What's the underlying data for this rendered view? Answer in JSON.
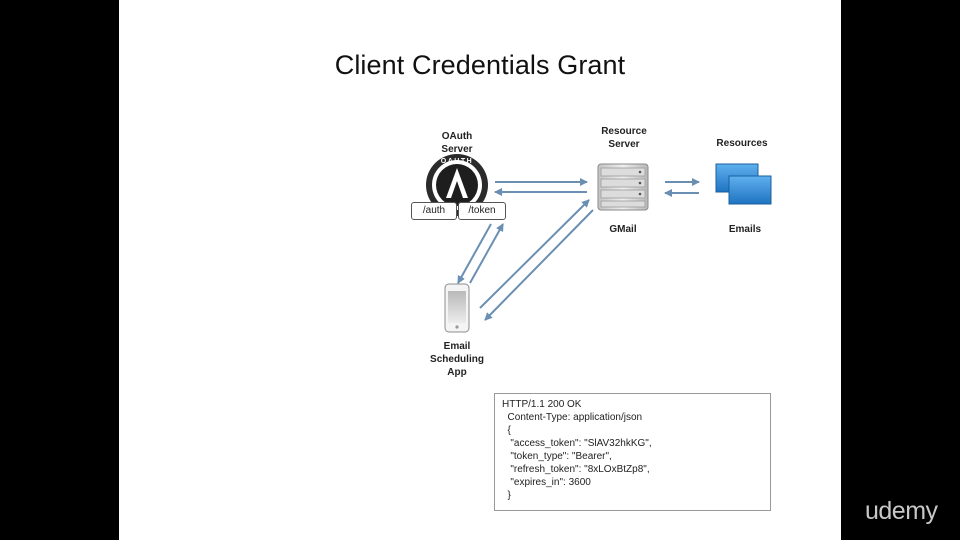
{
  "title": "Client Credentials Grant",
  "oauth_server": {
    "label": "OAuth\nServer",
    "emblem_text": "OAUTH",
    "endpoints": [
      "/auth",
      "/token"
    ]
  },
  "resource_server": {
    "label": "Resource\nServer",
    "caption": "GMail"
  },
  "resources": {
    "label": "Resources",
    "caption": "Emails"
  },
  "client_app": {
    "label": "Email\nScheduling\nApp"
  },
  "response": {
    "lines": [
      "HTTP/1.1 200 OK",
      "  Content-Type: application/json",
      "  {",
      "   \"access_token\": \"SlAV32hkKG\",",
      "   \"token_type\": \"Bearer\",",
      "   \"refresh_token\": \"8xLOxBtZp8\",",
      "   \"expires_in\": 3600",
      "  }"
    ]
  },
  "watermark": "udemy",
  "colors": {
    "arrow": "#6b8fb3",
    "document_fill": "#2f8fd8",
    "server_body": "#d6d6d6"
  }
}
